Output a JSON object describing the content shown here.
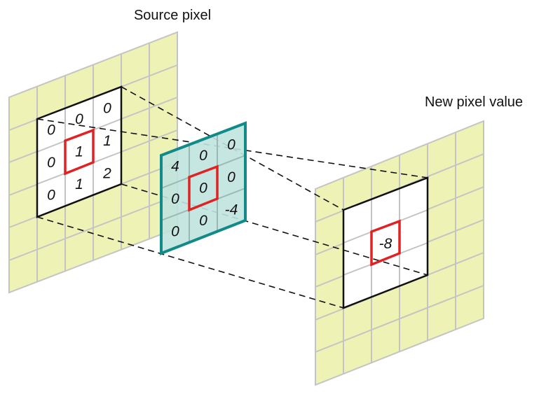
{
  "labels": {
    "source": "Source pixel",
    "result": "New pixel value"
  },
  "source_grid": [
    [
      "0",
      "0",
      "0"
    ],
    [
      "0",
      "1",
      "1"
    ],
    [
      "0",
      "1",
      "2"
    ]
  ],
  "kernel_grid": [
    [
      "4",
      "0",
      "0"
    ],
    [
      "0",
      "0",
      "0"
    ],
    [
      "0",
      "0",
      "-4"
    ]
  ],
  "result_value": "-8",
  "colors": {
    "grid_fill": "#eef2b4",
    "grid_line": "#c4c4c4",
    "kernel_fill": "#bfe3de",
    "kernel_border": "#138a8a",
    "highlight": "#e02222",
    "outline": "#111111"
  }
}
